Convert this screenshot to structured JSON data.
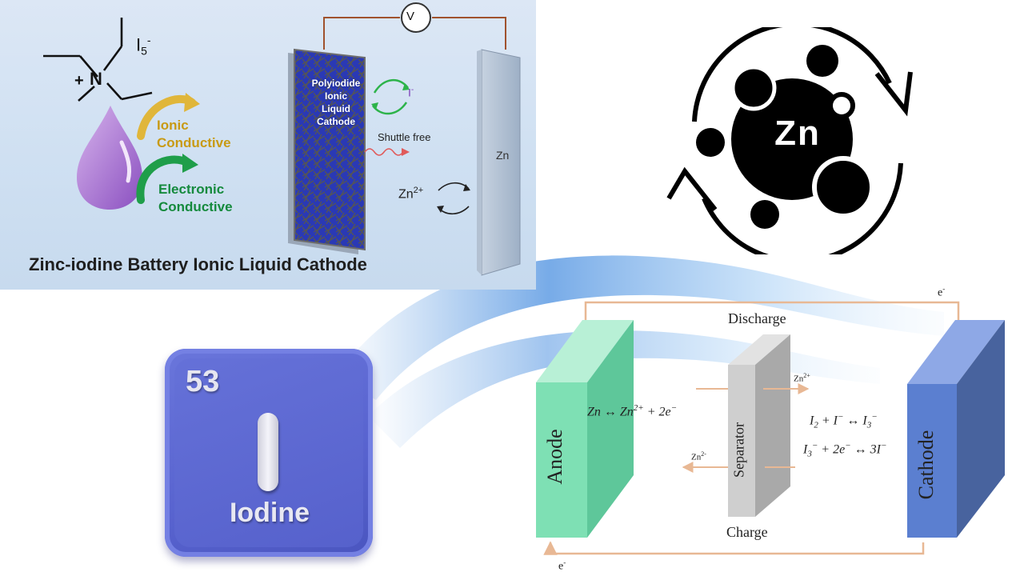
{
  "top_left_panel": {
    "caption": "Zinc-iodine Battery Ionic Liquid Cathode",
    "anion_label": "I",
    "anion_sub": "5",
    "anion_sup": "-",
    "cation_symbol": "N",
    "cation_charge": "+",
    "ionic_line1": "Ionic",
    "ionic_line2": "Conductive",
    "electronic_line1": "Electronic",
    "electronic_line2": "Conductive",
    "cathode_line1": "Polyiodide",
    "cathode_line2": "Ionic",
    "cathode_line3": "Liquid",
    "cathode_line4": "Cathode",
    "iodide_label": "I",
    "iodide_sup": "-",
    "shuttle_label": "Shuttle free",
    "zinc_ion_label": "Zn",
    "zinc_ion_sup": "2+",
    "zinc_plate_label": "Zn",
    "voltmeter_label": "V",
    "colors": {
      "ionic": "#c89a13",
      "electronic": "#158a3d",
      "cathode_fill": "#2a39b5"
    }
  },
  "zn_icon": {
    "label": "Zn"
  },
  "iodine_tile": {
    "atomic_number": "53",
    "symbol": "I",
    "name": "Iodine",
    "color": "#5a66d2"
  },
  "battery_diagram": {
    "discharge_label": "Discharge",
    "charge_label": "Charge",
    "electron_top": "e",
    "electron_top_sup": "-",
    "electron_bottom": "e",
    "electron_bottom_sup": "-",
    "anode_label": "Anode",
    "separator_label": "Separator",
    "cathode_label": "Cathode",
    "zn_right": "Zn",
    "zn_right_sup": "2+",
    "zn_left": "Zn",
    "zn_left_sup": "2-",
    "anode_eq": "Zn ↔ Zn",
    "anode_eq_sup": "2+",
    "anode_eq_tail": " + 2e",
    "anode_eq_tail_sup": "−",
    "cathode_eq1_a": "I",
    "cathode_eq1_a_sub": "2",
    "cathode_eq1_b": " + I",
    "cathode_eq1_b_sup": "−",
    "cathode_eq1_c": " ↔ I",
    "cathode_eq1_c_sub": "3",
    "cathode_eq1_c_sup": "−",
    "cathode_eq2_a": "I",
    "cathode_eq2_a_sub": "3",
    "cathode_eq2_a_sup": "−",
    "cathode_eq2_b": " + 2e",
    "cathode_eq2_b_sup": "−",
    "cathode_eq2_c": " ↔ 3I",
    "cathode_eq2_c_sup": "−",
    "colors": {
      "anode": "#7ee0b4",
      "separator": "#c9c9c9",
      "cathode": "#5b7fd0",
      "wire": "#e8b894"
    }
  }
}
